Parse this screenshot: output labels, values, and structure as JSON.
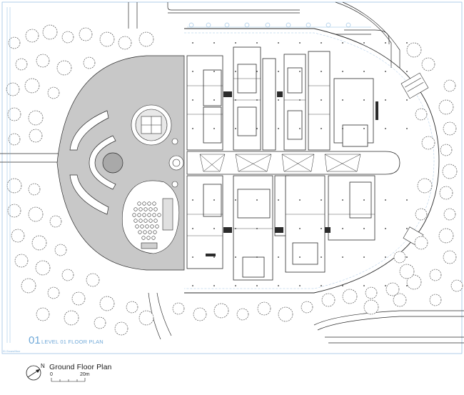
{
  "drawing": {
    "level_number": "01",
    "level_label": "LEVEL 01 FLOOR PLAN",
    "corner_note": "01 Ground floor"
  },
  "legend": {
    "title": "Ground Floor Plan",
    "north_label": "N",
    "scale_start": "0",
    "scale_end": "20m"
  },
  "colors": {
    "ink": "#2b2b2b",
    "paving": "#c8c8c8",
    "annotation": "#6fa8d8",
    "tree": "#3a3a3a"
  }
}
